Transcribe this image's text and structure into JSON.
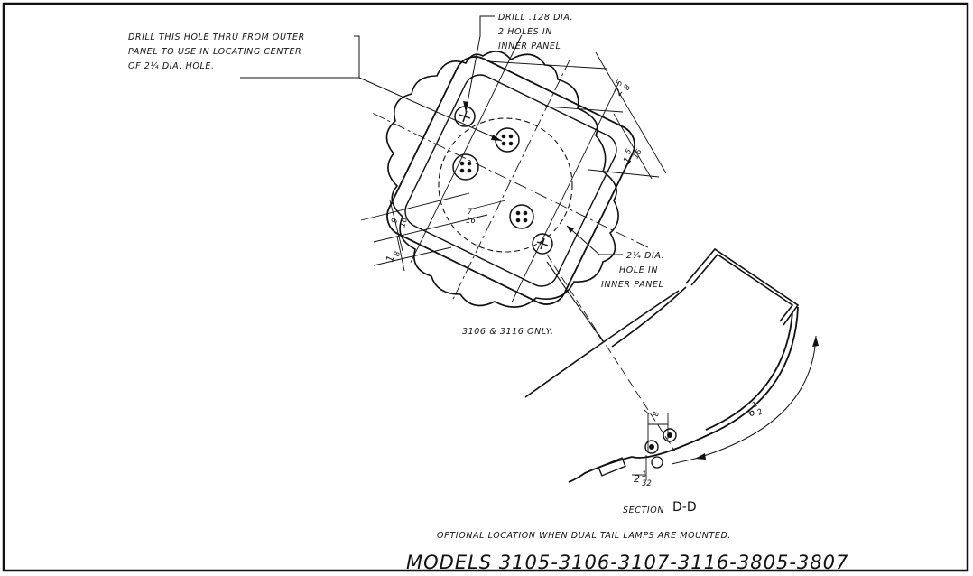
{
  "notes": {
    "drill_thru_l1": "DRILL THIS HOLE THRU FROM OUTER",
    "drill_thru_l2": "PANEL TO USE IN LOCATING CENTER",
    "drill_thru_l3": "OF 2¼ DIA. HOLE.",
    "drill_128_l1": "DRILL .128 DIA.",
    "drill_128_l2": "2 HOLES IN",
    "drill_128_l3": "INNER PANEL",
    "dia_hole_l1": "2¼ DIA.",
    "dia_hole_l2": "HOLE IN",
    "dia_hole_l3": "INNER PANEL",
    "models_note": "3106 & 3116 ONLY."
  },
  "dimensions": {
    "d1": {
      "whole": "2",
      "num": "5",
      "den": "8"
    },
    "d2": {
      "whole": "1",
      "num": "5",
      "den": "16"
    },
    "d3": {
      "whole": "",
      "num": "9",
      "den": "16"
    },
    "d4": {
      "whole": "1",
      "num": "",
      "den": "8"
    },
    "d5": {
      "whole": "",
      "num": "7",
      "den": "16"
    },
    "d6": {
      "whole": "",
      "num": "7",
      "den": "8"
    },
    "d7": {
      "whole": "2",
      "num": "1",
      "den": "32"
    },
    "d8": {
      "whole": "6",
      "num": "1",
      "den": "2"
    }
  },
  "section_label": "SECTION",
  "section_id": "D-D",
  "caption": "OPTIONAL LOCATION WHEN DUAL TAIL LAMPS ARE MOUNTED.",
  "models": "MODELS  3105-3106-3107-3116-3805-3807"
}
